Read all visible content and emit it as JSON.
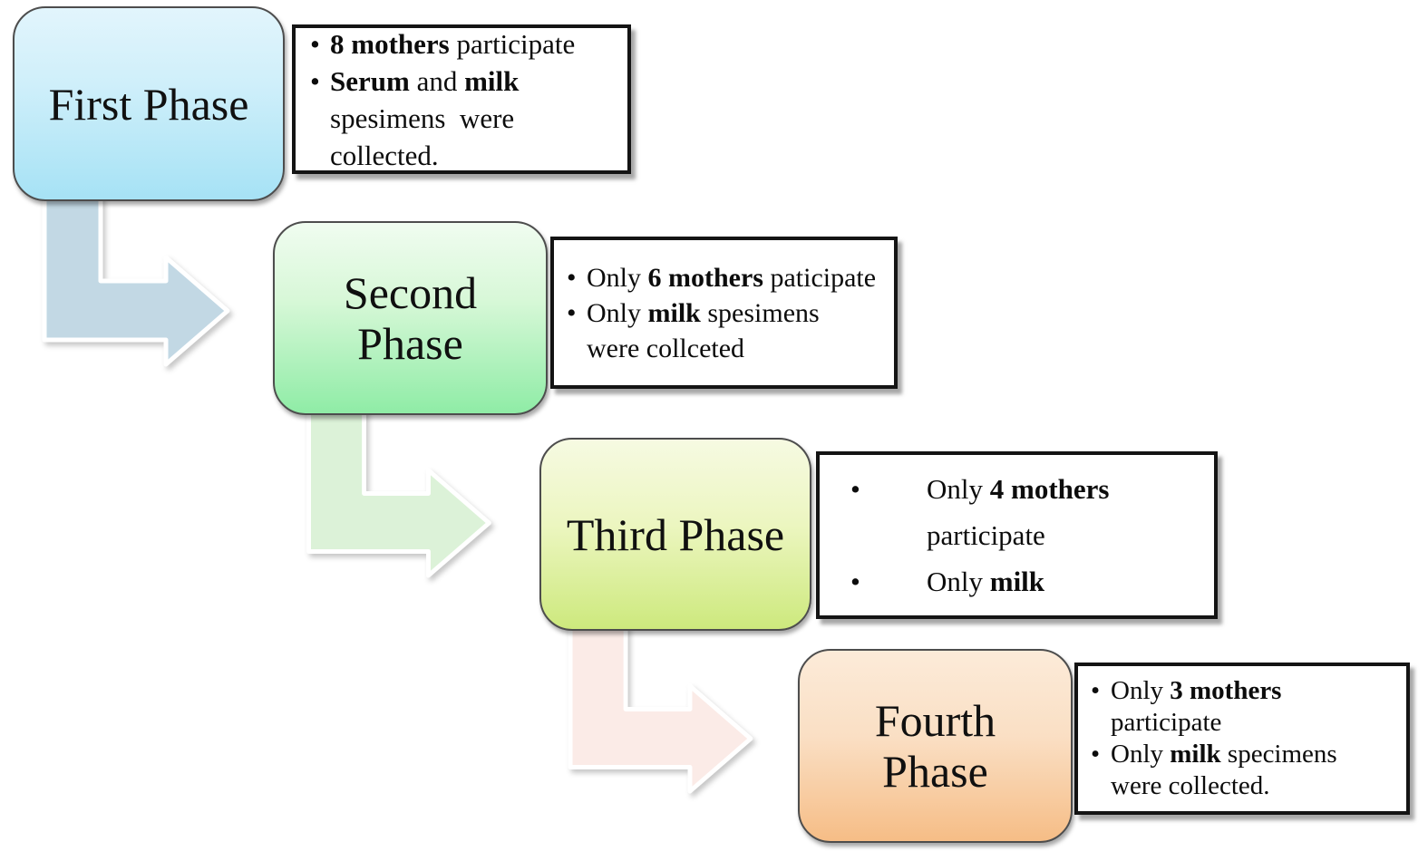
{
  "diagram": {
    "title_hint": "study-phases-flowchart",
    "bullet_char": "•",
    "background_color": "#ffffff",
    "note_border_color": "#141414",
    "phases": [
      {
        "label": "First Phase",
        "box_color_top": "#e2f5fc",
        "box_color_bottom": "#a6e2f5",
        "notes": {
          "bullets": [
            {
              "lines": [
                {
                  "segments": [
                    {
                      "text": "8 mothers",
                      "bold": true
                    },
                    {
                      "text": " participate",
                      "bold": false
                    }
                  ]
                }
              ]
            },
            {
              "lines": [
                {
                  "segments": [
                    {
                      "text": "Serum",
                      "bold": true
                    },
                    {
                      "text": " and ",
                      "bold": false
                    },
                    {
                      "text": "milk",
                      "bold": true
                    }
                  ]
                },
                {
                  "segments": [
                    {
                      "text": "spesimens  were",
                      "bold": false
                    }
                  ]
                },
                {
                  "segments": [
                    {
                      "text": "collected.",
                      "bold": false
                    }
                  ]
                }
              ]
            }
          ]
        }
      },
      {
        "label": "Second Phase",
        "box_color_top": "#f0fcf0",
        "box_color_bottom": "#8feca6",
        "notes": {
          "bullets": [
            {
              "lines": [
                {
                  "segments": [
                    {
                      "text": "Only ",
                      "bold": false
                    },
                    {
                      "text": "6 mothers",
                      "bold": true
                    },
                    {
                      "text": " paticipate",
                      "bold": false
                    }
                  ]
                }
              ]
            },
            {
              "lines": [
                {
                  "segments": [
                    {
                      "text": "Only ",
                      "bold": false
                    },
                    {
                      "text": "milk",
                      "bold": true
                    },
                    {
                      "text": " spesimens",
                      "bold": false
                    }
                  ]
                },
                {
                  "segments": [
                    {
                      "text": "were collceted",
                      "bold": false
                    }
                  ]
                }
              ]
            }
          ]
        }
      },
      {
        "label": "Third Phase",
        "box_color_top": "#f6fae2",
        "box_color_bottom": "#cde97d",
        "notes": {
          "bullets": [
            {
              "lines": [
                {
                  "segments": [
                    {
                      "text": "Only ",
                      "bold": false
                    },
                    {
                      "text": "4 mothers",
                      "bold": true
                    }
                  ]
                },
                {
                  "segments": [
                    {
                      "text": "participate",
                      "bold": false
                    }
                  ]
                }
              ]
            },
            {
              "lines": [
                {
                  "segments": [
                    {
                      "text": "Only ",
                      "bold": false
                    },
                    {
                      "text": "milk",
                      "bold": true
                    }
                  ]
                }
              ]
            }
          ]
        }
      },
      {
        "label": "Fourth Phase",
        "box_color_top": "#fcebd9",
        "box_color_bottom": "#f6bd86",
        "notes": {
          "bullets": [
            {
              "lines": [
                {
                  "segments": [
                    {
                      "text": "Only ",
                      "bold": false
                    },
                    {
                      "text": "3 mothers",
                      "bold": true
                    }
                  ]
                },
                {
                  "segments": [
                    {
                      "text": "participate",
                      "bold": false
                    }
                  ]
                }
              ]
            },
            {
              "lines": [
                {
                  "segments": [
                    {
                      "text": "Only ",
                      "bold": false
                    },
                    {
                      "text": "milk",
                      "bold": true
                    },
                    {
                      "text": " specimens",
                      "bold": false
                    }
                  ]
                },
                {
                  "segments": [
                    {
                      "text": "were collected.",
                      "bold": false
                    }
                  ]
                }
              ]
            }
          ]
        }
      }
    ],
    "arrows": [
      {
        "color": "#c2d8e4"
      },
      {
        "color": "#dcf2d8"
      },
      {
        "color": "#fbebe7"
      }
    ]
  }
}
